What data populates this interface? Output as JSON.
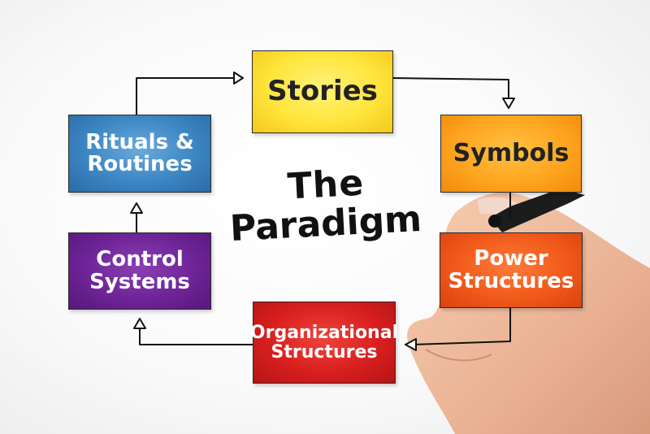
{
  "title": {
    "line1": "The",
    "line2": "Paradigm"
  },
  "nodes": {
    "stories": {
      "label": "Stories"
    },
    "symbols": {
      "label": "Symbols"
    },
    "power_structures": {
      "line1": "Power",
      "line2": "Structures"
    },
    "organizational_structures": {
      "line1": "Organizational",
      "line2": "Structures"
    },
    "control_systems": {
      "line1": "Control",
      "line2": "Systems"
    },
    "rituals_routines": {
      "line1": "Rituals &",
      "line2": "Routines"
    }
  },
  "colors": {
    "stories": "#ffe53c",
    "symbols": "#ffa51f",
    "power_structures": "#f05a1a",
    "organizational_structures": "#d81f1f",
    "control_systems": "#6e2496",
    "rituals_routines": "#3c86c4"
  }
}
